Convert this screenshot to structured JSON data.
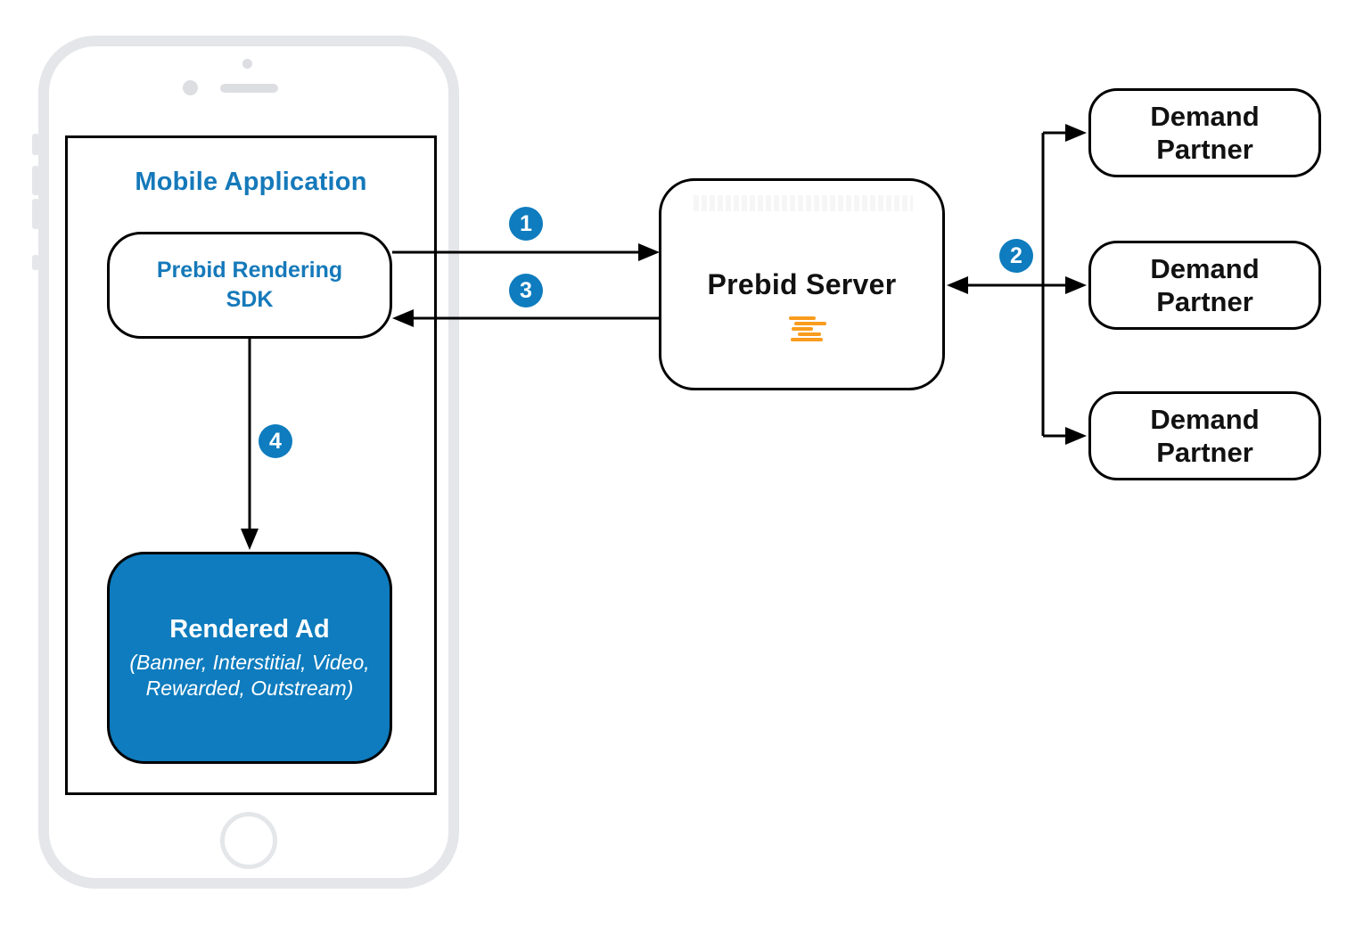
{
  "mobile_app": {
    "title": "Mobile Application",
    "sdk": {
      "label": "Prebid Rendering\nSDK"
    },
    "rendered_ad": {
      "title": "Rendered Ad",
      "subtitle": "(Banner, Interstitial, Video,\nRewarded, Outstream)"
    }
  },
  "prebid_server": {
    "label": "Prebid Server",
    "logo_icon": "prebid-stacked-bars-icon"
  },
  "demand_partners": [
    {
      "label": "Demand\nPartner"
    },
    {
      "label": "Demand\nPartner"
    },
    {
      "label": "Demand\nPartner"
    }
  ],
  "step_badges": {
    "step1": "1",
    "step2": "2",
    "step3": "3",
    "step4": "4"
  },
  "colors": {
    "node_blue": "#0e7cbe",
    "text_blue": "#1579ba",
    "logo_orange": "#f99c1d",
    "phone_gray": "#e4e6e9",
    "connector_black": "#000000"
  }
}
